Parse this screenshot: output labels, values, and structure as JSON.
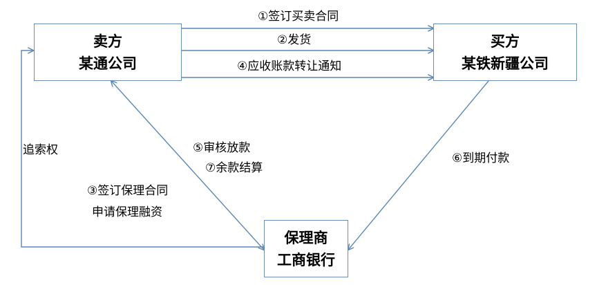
{
  "nodes": {
    "seller": {
      "line1": "卖方",
      "line2": "某通公司"
    },
    "buyer": {
      "line1": "买方",
      "line2": "某铁新疆公司"
    },
    "factor": {
      "line1": "保理商",
      "line2": "工商银行"
    }
  },
  "edges": {
    "step1": "①签订买卖合同",
    "step2": "②发货",
    "step4": "④应收账款转让通知",
    "recourse": "追索权",
    "step5": "⑤审核放款",
    "step7": "⑦余款结算",
    "step3_line1": "③签订保理合同",
    "step3_line2": "申请保理融资",
    "step6": "⑥到期付款"
  },
  "colors": {
    "arrow": "#5b86b8",
    "box_border": "#6b8fb8"
  }
}
